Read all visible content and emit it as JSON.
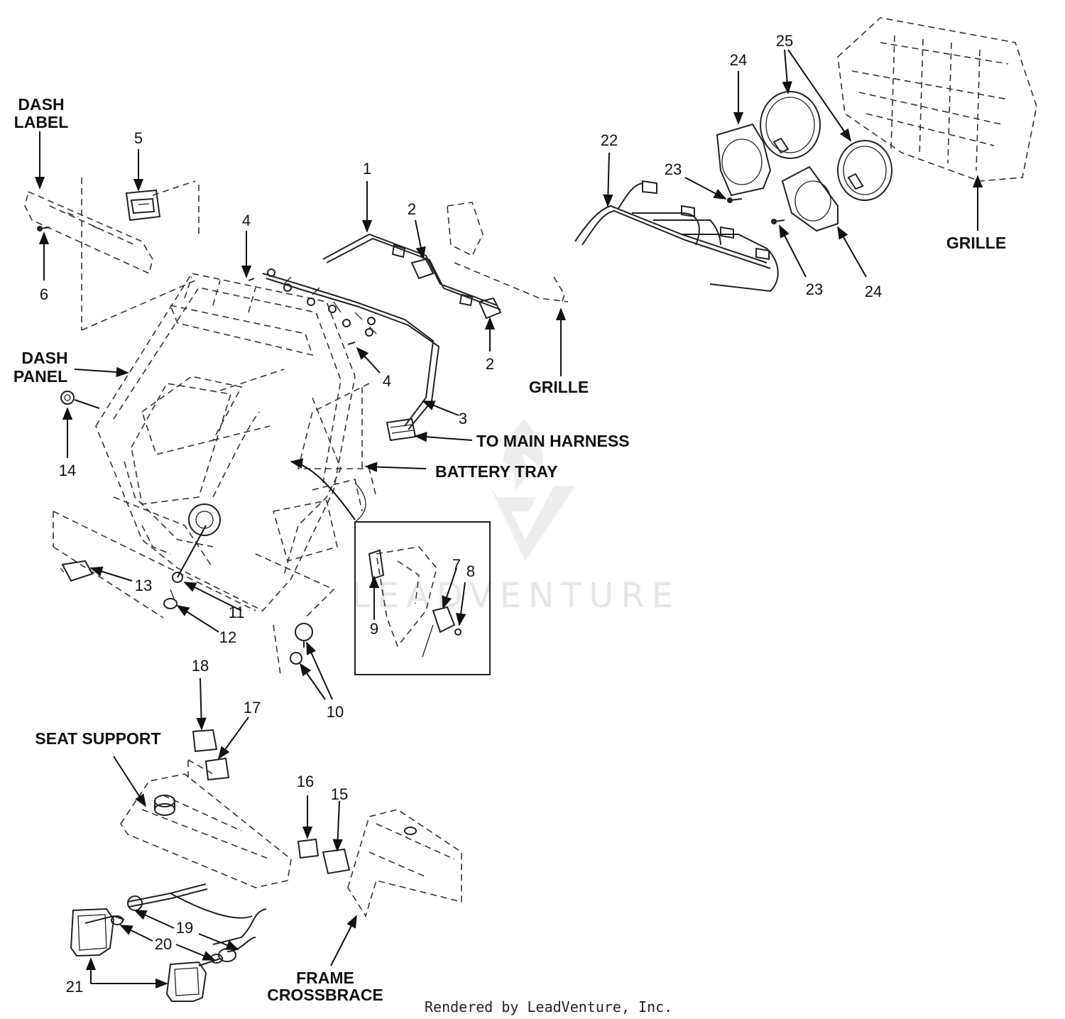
{
  "callouts": {
    "c1": "1",
    "c2a": "2",
    "c2b": "2",
    "c3": "3",
    "c4a": "4",
    "c4b": "4",
    "c5": "5",
    "c6": "6",
    "c7": "7",
    "c8": "8",
    "c9": "9",
    "c10": "10",
    "c11": "11",
    "c12": "12",
    "c13": "13",
    "c14": "14",
    "c15": "15",
    "c16": "16",
    "c17": "17",
    "c18": "18",
    "c19": "19",
    "c20": "20",
    "c21": "21",
    "c22": "22",
    "c23a": "23",
    "c23b": "23",
    "c24a": "24",
    "c24b": "24",
    "c25": "25"
  },
  "labels": {
    "dash_label_1": "DASH",
    "dash_label_2": "LABEL",
    "dash_panel_1": "DASH",
    "dash_panel_2": "PANEL",
    "grille_1": "GRILLE",
    "grille_2": "GRILLE",
    "to_main_harness": "TO MAIN HARNESS",
    "battery_tray": "BATTERY TRAY",
    "seat_support": "SEAT SUPPORT",
    "frame_1": "FRAME",
    "frame_2": "CROSSBRACE"
  },
  "watermark": "LEADVENTURE",
  "credit": "Rendered by LeadVenture, Inc."
}
